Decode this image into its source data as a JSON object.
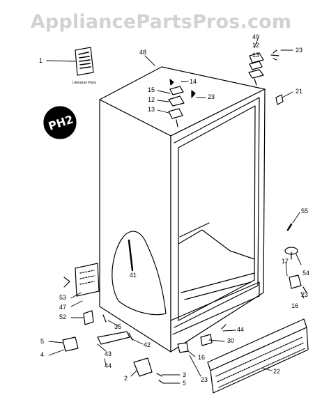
{
  "watermark": "AppliancePartsPros.com",
  "literature_label": "Literature Parts",
  "badge_text": "PH2",
  "callouts": [
    {
      "id": "c1",
      "text": "1"
    },
    {
      "id": "c48",
      "text": "48"
    },
    {
      "id": "c49",
      "text": "49"
    },
    {
      "id": "c12a",
      "text": "12"
    },
    {
      "id": "c13a",
      "text": "13"
    },
    {
      "id": "c23a",
      "text": "23"
    },
    {
      "id": "c14",
      "text": "14"
    },
    {
      "id": "c15",
      "text": "15"
    },
    {
      "id": "c12b",
      "text": "12"
    },
    {
      "id": "c13b",
      "text": "13"
    },
    {
      "id": "c23b",
      "text": "23"
    },
    {
      "id": "c21",
      "text": "21"
    },
    {
      "id": "c55",
      "text": "55"
    },
    {
      "id": "c54",
      "text": "54"
    },
    {
      "id": "c17",
      "text": "17"
    },
    {
      "id": "c41",
      "text": "41"
    },
    {
      "id": "c16a",
      "text": "16"
    },
    {
      "id": "c23c",
      "text": "23"
    },
    {
      "id": "c53",
      "text": "53"
    },
    {
      "id": "c47",
      "text": "47"
    },
    {
      "id": "c52",
      "text": "52"
    },
    {
      "id": "c35",
      "text": "35"
    },
    {
      "id": "c44a",
      "text": "44"
    },
    {
      "id": "c30",
      "text": "30"
    },
    {
      "id": "c5a",
      "text": "5"
    },
    {
      "id": "c42",
      "text": "42"
    },
    {
      "id": "c4",
      "text": "4"
    },
    {
      "id": "c43",
      "text": "43"
    },
    {
      "id": "c44b",
      "text": "44"
    },
    {
      "id": "c16b",
      "text": "16"
    },
    {
      "id": "c3",
      "text": "3"
    },
    {
      "id": "c2",
      "text": "2"
    },
    {
      "id": "c5b",
      "text": "5"
    },
    {
      "id": "c23d",
      "text": "23"
    },
    {
      "id": "c22",
      "text": "22"
    }
  ]
}
